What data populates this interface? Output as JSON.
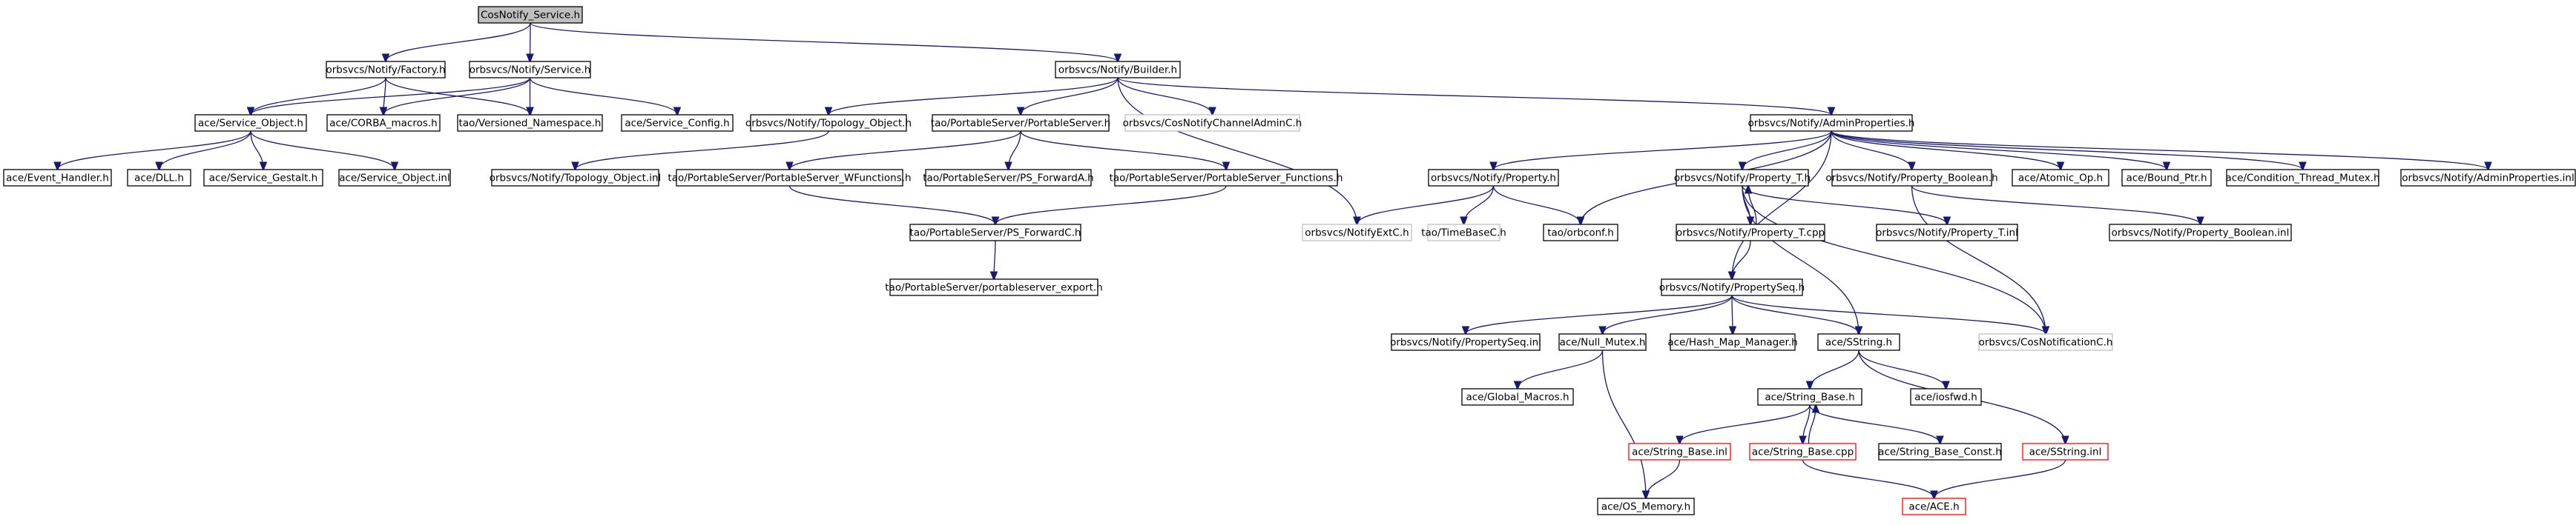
{
  "diagram": {
    "type": "include-dependency-graph",
    "colors": {
      "edge": "#191970",
      "root_fill": "#bfbfbf",
      "missing_border": "#bfbfbf",
      "truncated_border": "#ff0000"
    },
    "nodes": [
      {
        "id": "root",
        "label": "CosNotify_Service.h",
        "style": "root"
      },
      {
        "id": "factory",
        "label": "orbsvcs/Notify/Factory.h",
        "style": "normal"
      },
      {
        "id": "service",
        "label": "orbsvcs/Notify/Service.h",
        "style": "normal"
      },
      {
        "id": "builder",
        "label": "orbsvcs/Notify/Builder.h",
        "style": "normal"
      },
      {
        "id": "svcobj",
        "label": "ace/Service_Object.h",
        "style": "normal"
      },
      {
        "id": "corbamacros",
        "label": "ace/CORBA_macros.h",
        "style": "normal"
      },
      {
        "id": "versioned",
        "label": "tao/Versioned_Namespace.h",
        "style": "normal"
      },
      {
        "id": "svcconfig",
        "label": "ace/Service_Config.h",
        "style": "normal"
      },
      {
        "id": "topoobj",
        "label": "orbsvcs/Notify/Topology_Object.h",
        "style": "normal"
      },
      {
        "id": "ps",
        "label": "tao/PortableServer/PortableServer.h",
        "style": "normal"
      },
      {
        "id": "cnca",
        "label": "orbsvcs/CosNotifyChannelAdminC.h",
        "style": "missing"
      },
      {
        "id": "adminprops",
        "label": "orbsvcs/Notify/AdminProperties.h",
        "style": "normal"
      },
      {
        "id": "evhandler",
        "label": "ace/Event_Handler.h",
        "style": "normal"
      },
      {
        "id": "dll",
        "label": "ace/DLL.h",
        "style": "normal"
      },
      {
        "id": "svcgestalt",
        "label": "ace/Service_Gestalt.h",
        "style": "normal"
      },
      {
        "id": "svcobjinl",
        "label": "ace/Service_Object.inl",
        "style": "normal"
      },
      {
        "id": "topoinl",
        "label": "orbsvcs/Notify/Topology_Object.inl",
        "style": "normal"
      },
      {
        "id": "pswfunc",
        "label": "tao/PortableServer/PortableServer_WFunctions.h",
        "style": "normal"
      },
      {
        "id": "psfwda",
        "label": "tao/PortableServer/PS_ForwardA.h",
        "style": "normal"
      },
      {
        "id": "psfunc",
        "label": "tao/PortableServer/PortableServer_Functions.h",
        "style": "normal"
      },
      {
        "id": "property",
        "label": "orbsvcs/Notify/Property.h",
        "style": "normal"
      },
      {
        "id": "propt",
        "label": "orbsvcs/Notify/Property_T.h",
        "style": "normal"
      },
      {
        "id": "propbool",
        "label": "orbsvcs/Notify/Property_Boolean.h",
        "style": "normal"
      },
      {
        "id": "atomic",
        "label": "ace/Atomic_Op.h",
        "style": "normal"
      },
      {
        "id": "boundptr",
        "label": "ace/Bound_Ptr.h",
        "style": "normal"
      },
      {
        "id": "condmutex",
        "label": "ace/Condition_Thread_Mutex.h",
        "style": "normal"
      },
      {
        "id": "adminpropsinl",
        "label": "orbsvcs/Notify/AdminProperties.inl",
        "style": "normal"
      },
      {
        "id": "psfwdc",
        "label": "tao/PortableServer/PS_ForwardC.h",
        "style": "normal"
      },
      {
        "id": "notifyextc",
        "label": "orbsvcs/NotifyExtC.h",
        "style": "missing"
      },
      {
        "id": "timebasec",
        "label": "tao/TimeBaseC.h",
        "style": "missing"
      },
      {
        "id": "orbconf",
        "label": "tao/orbconf.h",
        "style": "normal"
      },
      {
        "id": "proptcpp",
        "label": "orbsvcs/Notify/Property_T.cpp",
        "style": "normal"
      },
      {
        "id": "proptinl",
        "label": "orbsvcs/Notify/Property_T.inl",
        "style": "normal"
      },
      {
        "id": "propboolinl",
        "label": "orbsvcs/Notify/Property_Boolean.inl",
        "style": "normal"
      },
      {
        "id": "psexport",
        "label": "tao/PortableServer/portableserver_export.h",
        "style": "normal"
      },
      {
        "id": "propseq",
        "label": "orbsvcs/Notify/PropertySeq.h",
        "style": "normal"
      },
      {
        "id": "propseqinl",
        "label": "orbsvcs/Notify/PropertySeq.inl",
        "style": "normal"
      },
      {
        "id": "nullmutex",
        "label": "ace/Null_Mutex.h",
        "style": "normal"
      },
      {
        "id": "hashmap",
        "label": "ace/Hash_Map_Manager.h",
        "style": "normal"
      },
      {
        "id": "sstring",
        "label": "ace/SString.h",
        "style": "normal"
      },
      {
        "id": "cosnotifc",
        "label": "orbsvcs/CosNotificationC.h",
        "style": "missing"
      },
      {
        "id": "globalmacros",
        "label": "ace/Global_Macros.h",
        "style": "normal"
      },
      {
        "id": "strbase",
        "label": "ace/String_Base.h",
        "style": "normal"
      },
      {
        "id": "iosfwd",
        "label": "ace/iosfwd.h",
        "style": "normal"
      },
      {
        "id": "strbaseinl",
        "label": "ace/String_Base.inl",
        "style": "red"
      },
      {
        "id": "strbasecpp",
        "label": "ace/String_Base.cpp",
        "style": "red"
      },
      {
        "id": "strbaseconst",
        "label": "ace/String_Base_Const.h",
        "style": "normal"
      },
      {
        "id": "sstringinl",
        "label": "ace/SString.inl",
        "style": "red"
      },
      {
        "id": "osmemory",
        "label": "ace/OS_Memory.h",
        "style": "normal"
      },
      {
        "id": "aceh",
        "label": "ace/ACE.h",
        "style": "red"
      }
    ],
    "edges": [
      [
        "root",
        "factory"
      ],
      [
        "root",
        "service"
      ],
      [
        "root",
        "builder"
      ],
      [
        "factory",
        "svcobj"
      ],
      [
        "factory",
        "corbamacros"
      ],
      [
        "factory",
        "versioned"
      ],
      [
        "service",
        "svcobj"
      ],
      [
        "service",
        "corbamacros"
      ],
      [
        "service",
        "versioned"
      ],
      [
        "service",
        "svcconfig"
      ],
      [
        "builder",
        "topoobj"
      ],
      [
        "builder",
        "ps"
      ],
      [
        "builder",
        "cnca"
      ],
      [
        "builder",
        "notifyextc"
      ],
      [
        "builder",
        "adminprops"
      ],
      [
        "svcobj",
        "evhandler"
      ],
      [
        "svcobj",
        "dll"
      ],
      [
        "svcobj",
        "svcgestalt"
      ],
      [
        "svcobj",
        "svcobjinl"
      ],
      [
        "topoobj",
        "topoinl"
      ],
      [
        "ps",
        "pswfunc"
      ],
      [
        "ps",
        "psfwda"
      ],
      [
        "ps",
        "psfunc"
      ],
      [
        "pswfunc",
        "psfwdc"
      ],
      [
        "psfunc",
        "psfwdc"
      ],
      [
        "psfwdc",
        "psexport"
      ],
      [
        "adminprops",
        "property"
      ],
      [
        "adminprops",
        "orbconf"
      ],
      [
        "adminprops",
        "propt"
      ],
      [
        "adminprops",
        "propbool"
      ],
      [
        "adminprops",
        "atomic"
      ],
      [
        "adminprops",
        "boundptr"
      ],
      [
        "adminprops",
        "condmutex"
      ],
      [
        "adminprops",
        "adminpropsinl"
      ],
      [
        "adminprops",
        "propseq"
      ],
      [
        "property",
        "notifyextc"
      ],
      [
        "property",
        "timebasec"
      ],
      [
        "property",
        "orbconf"
      ],
      [
        "propt",
        "proptcpp"
      ],
      [
        "proptcpp",
        "propt"
      ],
      [
        "propt",
        "proptinl"
      ],
      [
        "propt",
        "sstring"
      ],
      [
        "propt",
        "cosnotifc"
      ],
      [
        "propbool",
        "propboolinl"
      ],
      [
        "propbool",
        "cosnotifc"
      ],
      [
        "proptcpp",
        "propseq"
      ],
      [
        "propseq",
        "propseqinl"
      ],
      [
        "propseq",
        "nullmutex"
      ],
      [
        "propseq",
        "hashmap"
      ],
      [
        "propseq",
        "sstring"
      ],
      [
        "propseq",
        "cosnotifc"
      ],
      [
        "nullmutex",
        "globalmacros"
      ],
      [
        "nullmutex",
        "osmemory"
      ],
      [
        "sstring",
        "strbase"
      ],
      [
        "sstring",
        "iosfwd"
      ],
      [
        "sstring",
        "sstringinl"
      ],
      [
        "strbase",
        "strbaseinl"
      ],
      [
        "strbase",
        "strbasecpp"
      ],
      [
        "strbasecpp",
        "strbase"
      ],
      [
        "strbase",
        "strbaseconst"
      ],
      [
        "strbaseinl",
        "osmemory"
      ],
      [
        "strbasecpp",
        "aceh"
      ],
      [
        "sstringinl",
        "aceh"
      ]
    ]
  }
}
